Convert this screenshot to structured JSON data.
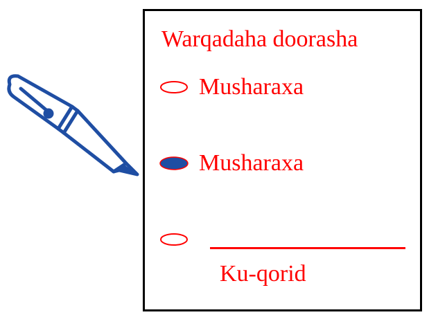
{
  "ballot": {
    "title": "Warqadaha doorasha",
    "options": [
      {
        "label": "Musharaxa",
        "selected": false
      },
      {
        "label": "Musharaxa",
        "selected": true
      },
      {
        "label": "",
        "selected": false,
        "write_in": true
      }
    ],
    "write_in_caption": "Ku-qorid"
  },
  "colors": {
    "text": "#ff0000",
    "border": "#000000",
    "pen": "#1f4ea3",
    "filled_oval": "#1f4ea3",
    "empty_oval_outline": "#ff0000"
  },
  "icons": {
    "pen": "pen-icon"
  }
}
